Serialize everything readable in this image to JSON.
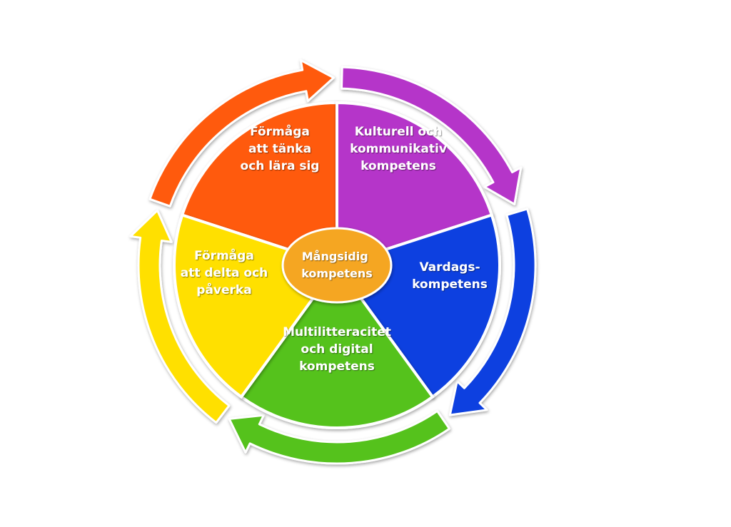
{
  "center": {
    "lines": [
      "Mångsidig",
      "kompetens"
    ],
    "color": "#F5A623"
  },
  "segments": [
    {
      "id": "tanka",
      "lines": [
        "Förmåga",
        "att tänka",
        "och lära sig"
      ],
      "color": "#FF5A0A",
      "arrow_color": "#FF5A0A"
    },
    {
      "id": "kulturell",
      "lines": [
        "Kulturell och",
        "kommunikativ",
        "kompetens"
      ],
      "color": "#B535C9",
      "arrow_color": "#B535C9"
    },
    {
      "id": "vardag",
      "lines": [
        "Vardags-",
        "kompetens"
      ],
      "color": "#0A3FE0",
      "arrow_color": "#0A3FE0"
    },
    {
      "id": "multi",
      "lines": [
        "Multilitteracitet",
        "och digital",
        "kompetens"
      ],
      "color": "#55C21B",
      "arrow_color": "#55C21B"
    },
    {
      "id": "delta",
      "lines": [
        "Förmåga",
        "att delta och",
        "påverka"
      ],
      "color": "#FFE000",
      "arrow_color": "#FFE000"
    }
  ]
}
